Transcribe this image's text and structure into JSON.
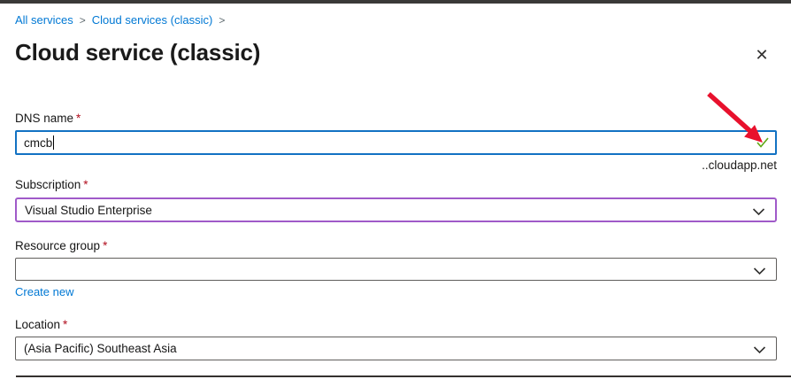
{
  "breadcrumb": {
    "separator": ">",
    "items": [
      {
        "label": "All services"
      },
      {
        "label": "Cloud services (classic)"
      }
    ]
  },
  "header": {
    "title": "Cloud service (classic)",
    "close_glyph": "✕"
  },
  "form": {
    "dns": {
      "label": "DNS name",
      "required_marker": "*",
      "value": "cmcb",
      "suffix": "..cloudapp.net"
    },
    "subscription": {
      "label": "Subscription",
      "required_marker": "*",
      "value": "Visual Studio Enterprise"
    },
    "resource_group": {
      "label": "Resource group",
      "required_marker": "*",
      "value": "",
      "create_new_label": "Create new"
    },
    "location": {
      "label": "Location",
      "required_marker": "*",
      "value": "(Asia Pacific) Southeast Asia"
    }
  },
  "icons": {
    "close": "close-icon",
    "validation_check": "check-icon",
    "dropdown": "chevron-down-icon",
    "annotation": "red-arrow"
  },
  "colors": {
    "link_blue": "#0078d4",
    "required_red": "#b10e1e",
    "focus_border_blue": "#1272c3",
    "subscription_border_purple": "#a05ac9",
    "select_border_gray": "#605e5c",
    "valid_check_green": "#5fa815",
    "annotation_arrow_red": "#e8112d",
    "top_bar": "#3a3938",
    "bottom_rule": "#35312f"
  }
}
